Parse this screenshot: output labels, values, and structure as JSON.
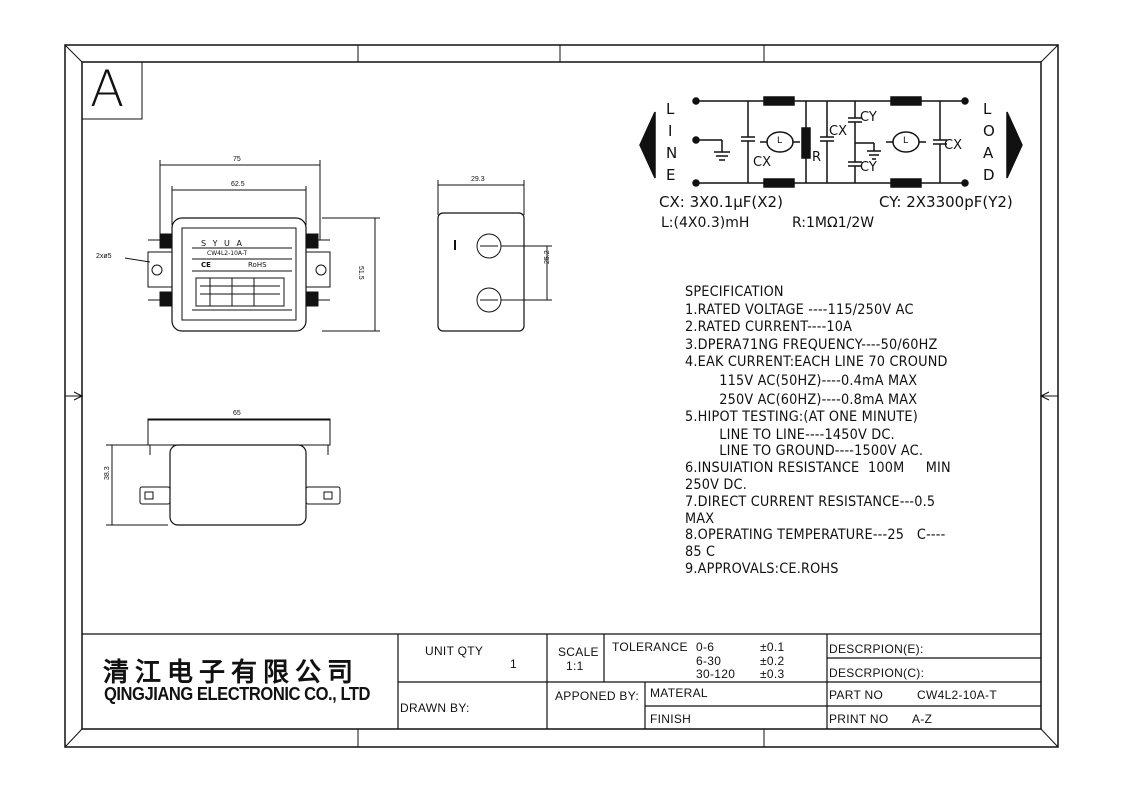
{
  "sheet_letter": "A",
  "company": {
    "name_cn": "清江电子有限公司",
    "name_en": "QINGJIANG ELECTRONIC CO., LTD"
  },
  "schematic": {
    "line_letters": [
      "L",
      "I",
      "N",
      "E"
    ],
    "load_letters": [
      "L",
      "O",
      "A",
      "D"
    ],
    "labels": {
      "cx_left": "CX",
      "r": "R",
      "cx_mid": "CX",
      "cy_top": "CY",
      "cy_bottom": "CY",
      "cx_right": "CX",
      "inductor": "L"
    },
    "notes": {
      "cx": "CX: 3X0.1μF(X2)",
      "cy": "CY: 2X3300pF(Y2)",
      "l": "L:(4X0.3)mH",
      "r": "R:1MΩ1/2W"
    }
  },
  "dimensions": {
    "w75": "75",
    "w62_5": "62.5",
    "h51_5": "51.5",
    "holes": "2xø5",
    "side_w": "29.3",
    "side_pitch": "25.2",
    "bottom_w": "65",
    "bottom_h": "38.3"
  },
  "label_plate": {
    "brand": "S Y U A",
    "model": "CW4L2-10A-T",
    "rohs": "RoHS",
    "ce": "CE"
  },
  "specification": {
    "title": "SPECIFICATION",
    "lines": [
      "1.RATED VOLTAGE ----115/250V AC",
      "2.RATED CURRENT----10A",
      "3.DPERA71NG FREQUENCY----50/60HZ",
      "4.EAK CURRENT:EACH LINE 70 CROUND",
      "        115V AC(50HZ)----0.4mA MAX",
      "        250V AC(60HZ)----0.8mA MAX",
      "5.HIPOT TESTING:(AT ONE MINUTE)",
      "        LINE TO LINE----1450V DC.",
      "        LINE TO GROUND----1500V AC.",
      "6.INSUIATION RESISTANCE  100M     MIN",
      "250V DC.",
      "7.DIRECT CURRENT RESISTANCE---0.5",
      "MAX",
      "8.OPERATING TEMPERATURE---25   C----",
      "85 C",
      "9.APPROVALS:CE.ROHS"
    ]
  },
  "title_block": {
    "unit_qty_label": "UNIT QTY",
    "unit_qty_value": "1",
    "scale_label": "SCALE",
    "scale_value": "1:1",
    "tolerance_label": "TOLERANCE",
    "tolerance_rows": [
      {
        "range": "0-6",
        "tol": "±0.1"
      },
      {
        "range": "6-30",
        "tol": "±0.2"
      },
      {
        "range": "30-120",
        "tol": "±0.3"
      }
    ],
    "descr_e": "DESCRPION(E):",
    "descr_c": "DESCRPION(C):",
    "drawn_by": "DRAWN BY:",
    "approved_by": "APPONED BY:",
    "material": "MATERAL",
    "finish": "FINISH",
    "part_no_label": "PART NO",
    "part_no_value": "CW4L2-10A-T",
    "print_no_label": "PRINT NO",
    "print_no_value": "A-Z"
  }
}
